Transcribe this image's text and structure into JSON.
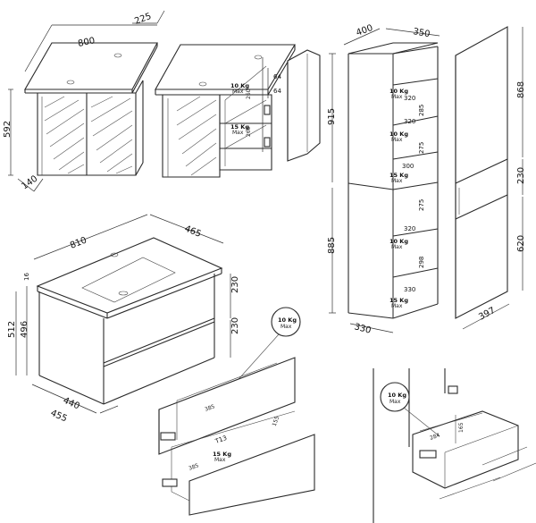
{
  "mirror_cabinet": {
    "width": "800",
    "depth": "225",
    "height": "592",
    "depth_bottom": "140",
    "shelf_gap_1": "64",
    "shelf_gap_2": "64",
    "inner_1": "260",
    "inner_2": "260",
    "load_1": "10 Kg",
    "load_1_sub": "Max",
    "load_2": "15 Kg",
    "load_2_sub": "Max"
  },
  "tall_cabinet": {
    "width": "400",
    "depth": "350",
    "upper_height": "915",
    "lower_height": "885",
    "bottom_depth": "330",
    "shelves": [
      "320",
      "285",
      "320",
      "275",
      "300",
      "275",
      "320",
      "298",
      "330"
    ],
    "loads": [
      {
        "value": "10 Kg",
        "sub": "Max"
      },
      {
        "value": "10 Kg",
        "sub": "Max"
      },
      {
        "value": "15 Kg",
        "sub": "Max"
      },
      {
        "value": "10 Kg",
        "sub": "Max"
      },
      {
        "value": "15 Kg",
        "sub": "Max"
      }
    ]
  },
  "side_panel": {
    "top": "868",
    "middle": "230",
    "bottom": "620",
    "depth": "397"
  },
  "vanity": {
    "width": "810",
    "depth": "465",
    "top_thickness": "16",
    "height_total": "512",
    "height_body": "496",
    "drawer_1": "230",
    "drawer_2": "230",
    "inner_depth": "440",
    "outer_depth": "455",
    "load_drawer": "10 Kg",
    "load_drawer_sub": "Max"
  },
  "drawer_detail": {
    "top_label": "385",
    "inner_label": "155",
    "side_label": "T13",
    "bottom_label": "385",
    "load": "15 Kg",
    "load_sub": "Max"
  },
  "bottom_detail": {
    "load": "10 Kg",
    "load_sub": "Max",
    "a": "284",
    "b": "165"
  }
}
